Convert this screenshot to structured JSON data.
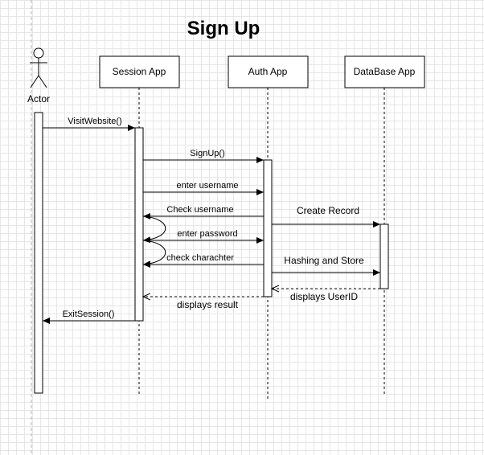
{
  "diagram": {
    "title": "Sign Up",
    "actor": {
      "label": "Actor"
    },
    "participants": [
      {
        "label": "Session App"
      },
      {
        "label": "Auth App"
      },
      {
        "label": "DataBase App"
      }
    ],
    "messages": [
      {
        "label": "VisitWebsite()",
        "type": "sync",
        "from": "Actor",
        "to": "Session App"
      },
      {
        "label": "SignUp()",
        "type": "sync",
        "from": "Session App",
        "to": "Auth App"
      },
      {
        "label": "enter username",
        "type": "sync",
        "from": "Session App",
        "to": "Auth App"
      },
      {
        "label": "Check username",
        "type": "sync",
        "from": "Auth App",
        "to": "Session App"
      },
      {
        "label": "enter  password",
        "type": "sync",
        "from": "Session App",
        "to": "Auth App"
      },
      {
        "label": "check charachter",
        "type": "sync",
        "from": "Auth App",
        "to": "Session App"
      },
      {
        "label": "Create Record",
        "type": "sync",
        "from": "Auth App",
        "to": "DataBase App"
      },
      {
        "label": "Hashing and Store",
        "type": "sync",
        "from": "Auth App",
        "to": "DataBase App"
      },
      {
        "label": "displays UserID",
        "type": "return",
        "from": "DataBase App",
        "to": "Auth App"
      },
      {
        "label": "displays result",
        "type": "return",
        "from": "Auth App",
        "to": "Session App"
      },
      {
        "label": "ExitSession()",
        "type": "sync",
        "from": "Session App",
        "to": "Actor"
      }
    ]
  }
}
